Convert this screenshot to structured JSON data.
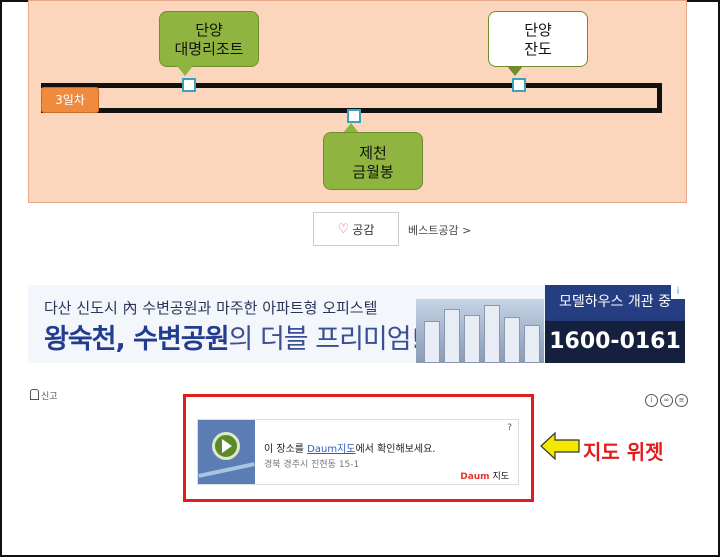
{
  "itinerary": {
    "day_label": "3일차",
    "stops": [
      {
        "line1": "단양",
        "line2": "대명리조트"
      },
      {
        "line1": "단양",
        "line2": "잔도"
      },
      {
        "line1": "제천",
        "line2": "금월봉"
      }
    ]
  },
  "empathy": {
    "label": "공감",
    "best_link": "베스트공감 >"
  },
  "ad": {
    "line1": "다산 신도시 內 수변공원과 마주한 아파트형 오피스텔",
    "line2_bold": "왕숙천, 수변공원",
    "line2_rest": "의 더블 프리미엄!",
    "side_top": "모델하우스 개관 중",
    "phone": "1600-0161"
  },
  "report_label": "신고",
  "map_widget": {
    "title_prefix": "이 장소를 ",
    "title_link": "Daum지도",
    "title_suffix": "에서 확인해보세요.",
    "address": "경북 경주시 진현동 15-1",
    "help": "?",
    "logo_daum": "Daum",
    "logo_map": "지도"
  },
  "annotation": {
    "label": "지도 위젯",
    "arrow_color": "#f5e800",
    "box_color": "#e21b1b"
  }
}
